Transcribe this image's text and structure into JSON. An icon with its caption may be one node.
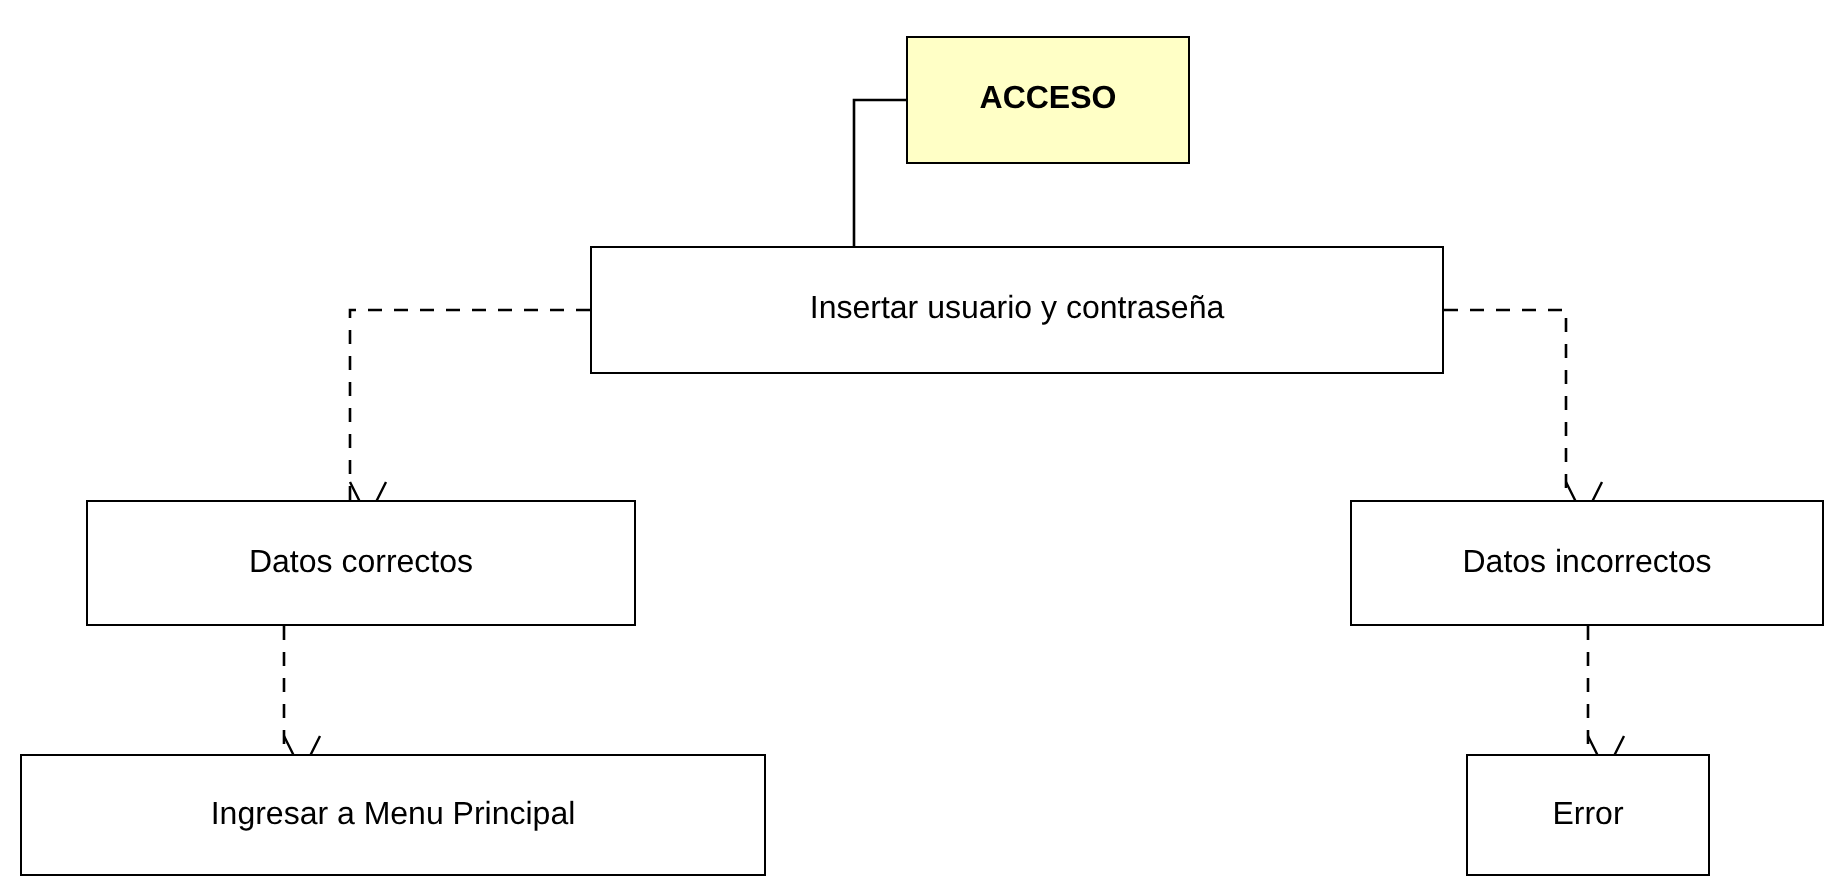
{
  "diagram": {
    "nodes": [
      {
        "text": [
          "ACCESO"
        ]
      },
      {
        "text": [
          "Insertar usuario y contraseña"
        ]
      },
      {
        "text": [
          "Datos correctos"
        ]
      },
      {
        "text": [
          "Datos incorrectos"
        ]
      },
      {
        "text": [
          "Ingresar a Menu Principal"
        ]
      },
      {
        "text": [
          "Error"
        ]
      }
    ],
    "edges": [
      {
        "from": 0,
        "to": 1,
        "arrow": "none"
      },
      {
        "from": 1,
        "to": 2,
        "arrow": "to",
        "style": "dashed"
      },
      {
        "from": 1,
        "to": 3,
        "arrow": "to",
        "style": "dashed"
      },
      {
        "from": 2,
        "to": 4,
        "arrow": "to",
        "style": "dashed"
      },
      {
        "from": 3,
        "to": 5,
        "arrow": "to",
        "style": "dashed"
      }
    ]
  }
}
